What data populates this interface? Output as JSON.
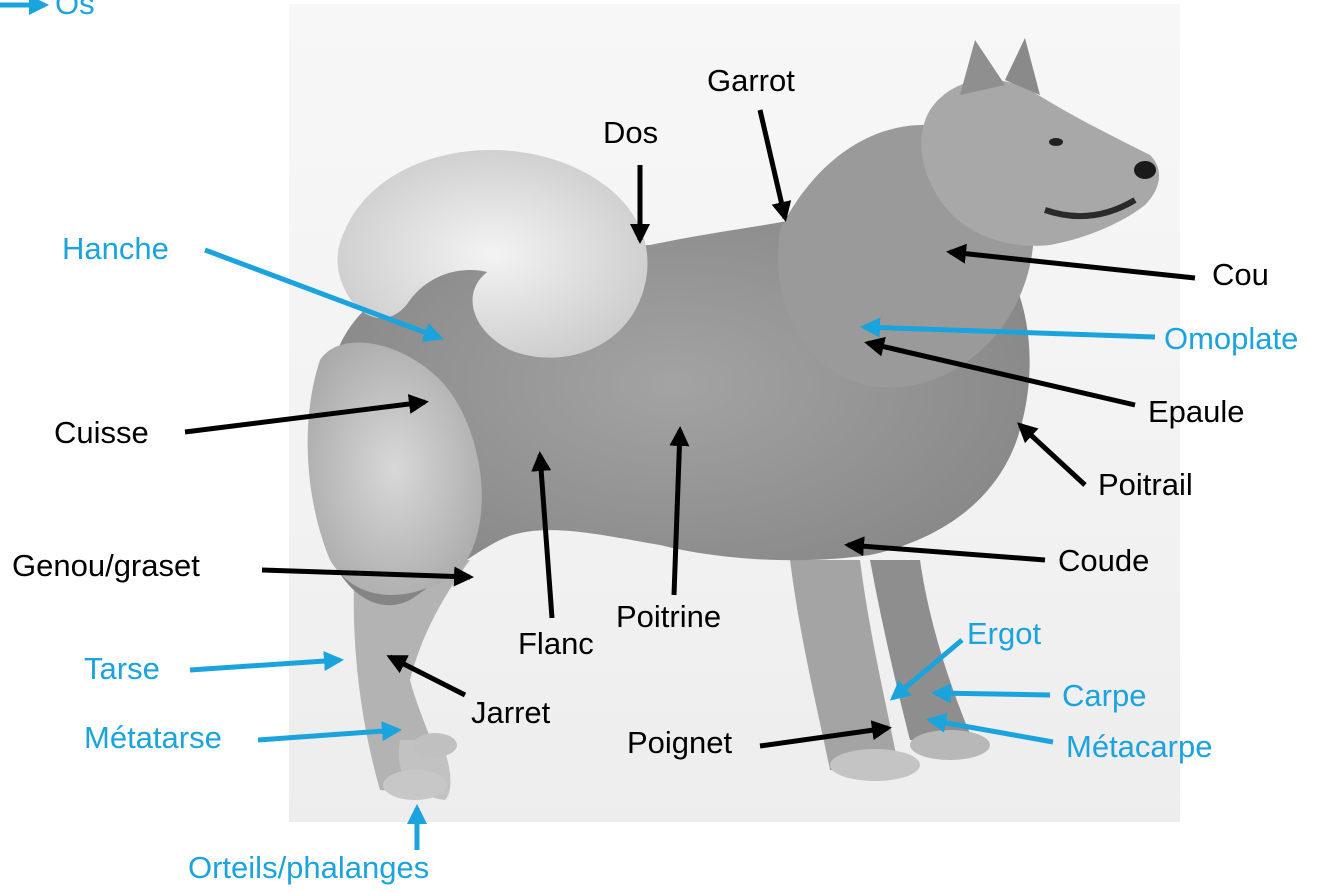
{
  "colors": {
    "bone_label": "#1aa3dc",
    "part_label": "#000000",
    "background": "#ffffff"
  },
  "legend": {
    "label": "Os"
  },
  "labels": {
    "garrot": "Garrot",
    "dos": "Dos",
    "hanche": "Hanche",
    "cou": "Cou",
    "omoplate": "Omoplate",
    "epaule": "Epaule",
    "cuisse": "Cuisse",
    "poitrail": "Poitrail",
    "coude": "Coude",
    "genou": "Genou/graset",
    "poitrine": "Poitrine",
    "flanc": "Flanc",
    "ergot": "Ergot",
    "tarse": "Tarse",
    "carpe": "Carpe",
    "jarret": "Jarret",
    "metatarse": "Métatarse",
    "poignet": "Poignet",
    "metacarpe": "Métacarpe",
    "orteils": "Orteils/phalanges"
  }
}
